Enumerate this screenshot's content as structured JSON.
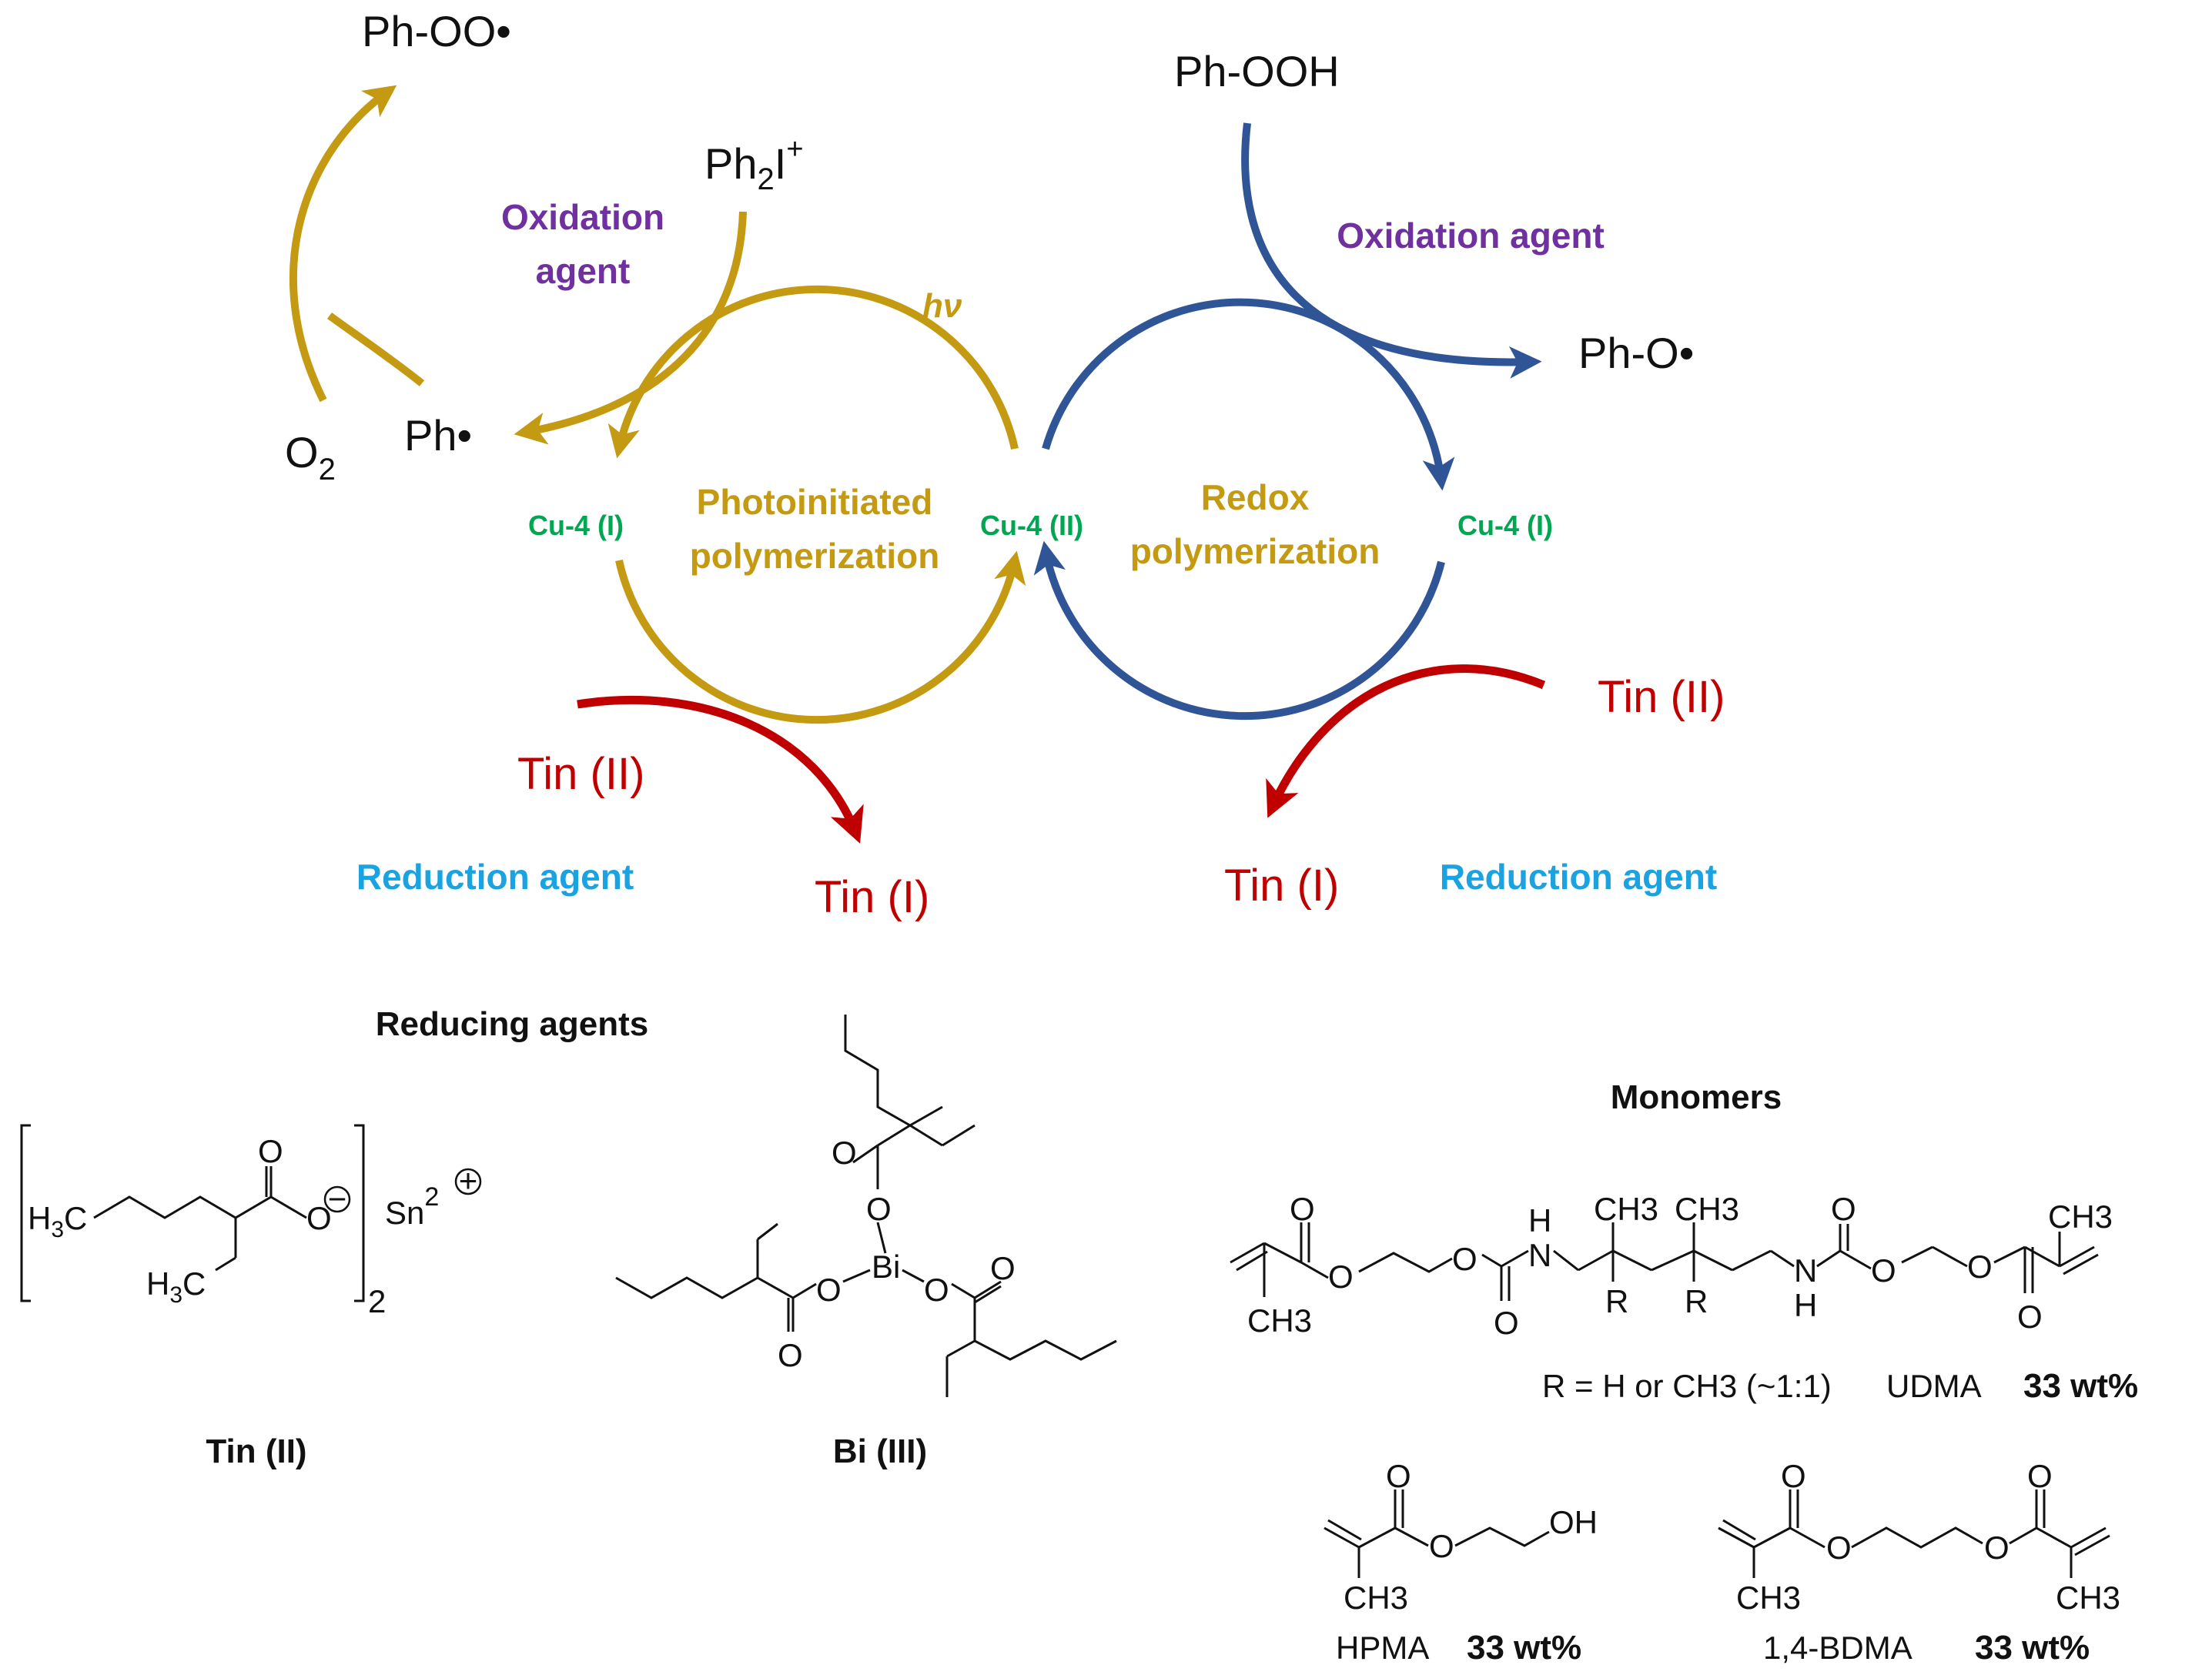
{
  "colors": {
    "gold": "#c39a12",
    "blue": "#2f5597",
    "red": "#c00000",
    "green": "#00a651",
    "purple": "#7030a0",
    "cyan": "#1aa3e0",
    "black": "#111111"
  },
  "scheme": {
    "left_cycle": {
      "title_line1": "Photoinitiated",
      "title_line2": "polymerization",
      "light": "hν",
      "cu_left": "Cu-4 (I)",
      "cu_right": "Cu-4 (II)",
      "peroxy_radical": "Ph-OO•",
      "iodonium_text": "Ph",
      "iodonium_sub": "2",
      "iodonium_tail": "I",
      "iodonium_sup": "+",
      "oxidation_line1": "Oxidation",
      "oxidation_line2": "agent",
      "phenyl_radical": "Ph•",
      "oxygen_text": "O",
      "oxygen_sub": "2",
      "tin_in": "Tin (II)",
      "tin_out": "Tin (I)",
      "reduction_label": "Reduction agent"
    },
    "right_cycle": {
      "title_line1": "Redox",
      "title_line2": "polymerization",
      "cu_right": "Cu-4 (I)",
      "hydroperoxide": "Ph-OOH",
      "oxidation_label": "Oxidation agent",
      "phenoxy_radical": "Ph-O•",
      "tin_in": "Tin (II)",
      "tin_out": "Tin (I)",
      "reduction_label": "Reduction agent"
    }
  },
  "reducing_agents": {
    "heading": "Reducing agents",
    "tin": {
      "name": "Tin (II)",
      "methyl1": "H3C",
      "methyl2": "H3C",
      "o_top": "O",
      "o_minus": "O",
      "charge_minus": "−",
      "metal": "Sn",
      "metal_sup": "2",
      "charge_plus": "+",
      "bracket_sub": "2"
    },
    "bismuth": {
      "name": "Bi (III)",
      "metal": "Bi",
      "o_labels": [
        "O",
        "O",
        "O",
        "O",
        "O",
        "O"
      ]
    }
  },
  "monomers": {
    "heading": "Monomers",
    "udma": {
      "name": "UDMA",
      "wt": "33 wt%",
      "r_note": "R = H or CH3 (~1:1)",
      "atoms": [
        "O",
        "O",
        "O",
        "O",
        "N",
        "H",
        "N",
        "H",
        "O",
        "O",
        "O",
        "O",
        "CH3",
        "CH3",
        "CH3",
        "CH3",
        "R",
        "R"
      ]
    },
    "hpma": {
      "name": "HPMA",
      "wt": "33 wt%",
      "atoms": [
        "O",
        "O",
        "OH",
        "CH3"
      ]
    },
    "bdma": {
      "name": "1,4-BDMA",
      "wt": "33 wt%",
      "atoms": [
        "O",
        "O",
        "O",
        "O",
        "CH3",
        "CH3"
      ]
    }
  }
}
